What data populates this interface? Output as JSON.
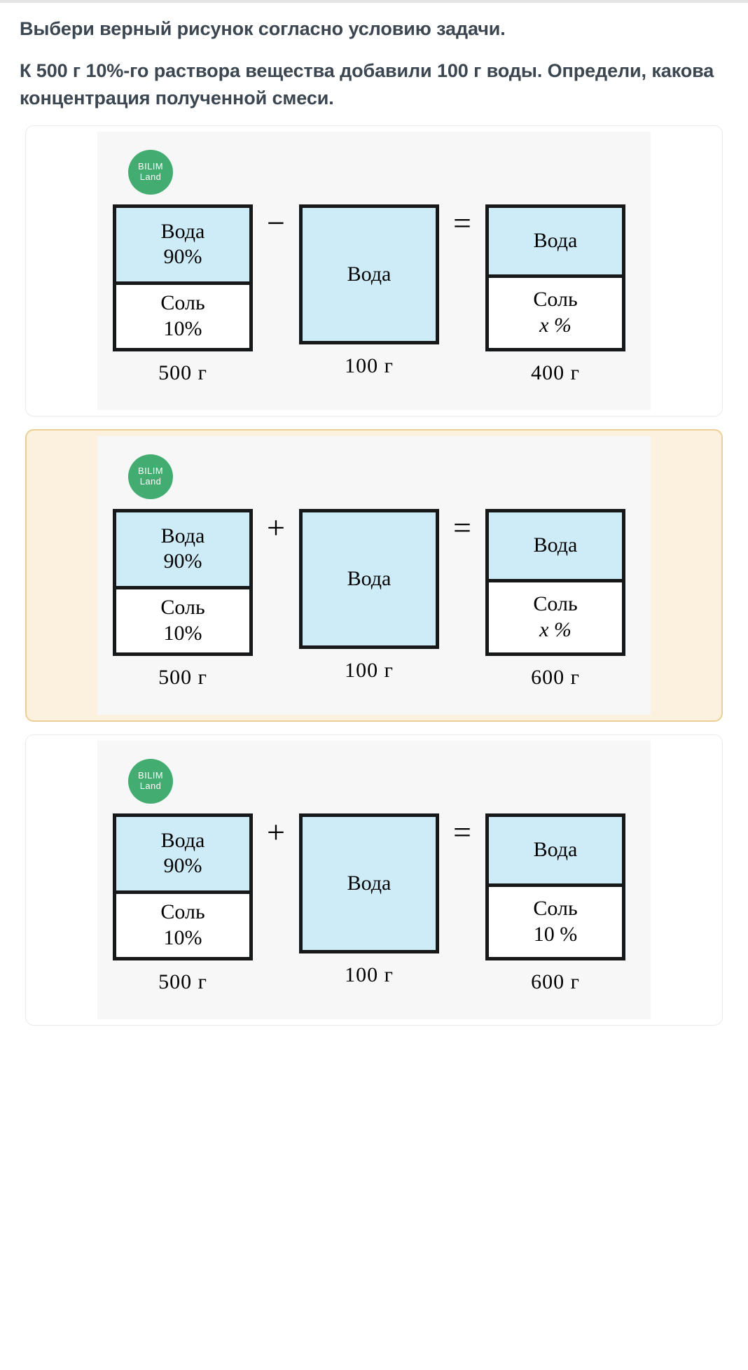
{
  "question": {
    "title": "Выбери верный рисунок согласно условию задачи.",
    "body": "К 500 г 10%-го раствора вещества добавили 100 г воды. Определи, какова концентрация полученной смеси."
  },
  "logo": {
    "line1": "BILIM",
    "line2": "Land"
  },
  "colors": {
    "water_fill": "#cdecf8",
    "logo_green": "#43ac71",
    "selected_bg": "#fbf1de",
    "selected_border": "#eccf97",
    "text": "#3b4650"
  },
  "options": [
    {
      "id": "option-a",
      "selected": false,
      "operator1": "−",
      "operator2": "=",
      "left": {
        "top_label": "Вода",
        "top_value": "90%",
        "bottom_label": "Соль",
        "bottom_value": "10%",
        "mass": "500  г"
      },
      "middle": {
        "label": "Вода",
        "mass": "100 г"
      },
      "right": {
        "top_label": "Вода",
        "top_value": "",
        "bottom_label": "Соль",
        "bottom_value": "x %",
        "mass": "400  г"
      }
    },
    {
      "id": "option-b",
      "selected": true,
      "operator1": "+",
      "operator2": "=",
      "left": {
        "top_label": "Вода",
        "top_value": "90%",
        "bottom_label": "Соль",
        "bottom_value": "10%",
        "mass": "500  г"
      },
      "middle": {
        "label": "Вода",
        "mass": "100 г"
      },
      "right": {
        "top_label": "Вода",
        "top_value": "",
        "bottom_label": "Соль",
        "bottom_value": "x %",
        "mass": "600  г"
      }
    },
    {
      "id": "option-c",
      "selected": false,
      "operator1": "+",
      "operator2": "=",
      "left": {
        "top_label": "Вода",
        "top_value": "90%",
        "bottom_label": "Соль",
        "bottom_value": "10%",
        "mass": "500  г"
      },
      "middle": {
        "label": "Вода",
        "mass": "100 г"
      },
      "right": {
        "top_label": "Вода",
        "top_value": "",
        "bottom_label": "Соль",
        "bottom_value": "10 %",
        "mass": "600  г"
      }
    }
  ]
}
